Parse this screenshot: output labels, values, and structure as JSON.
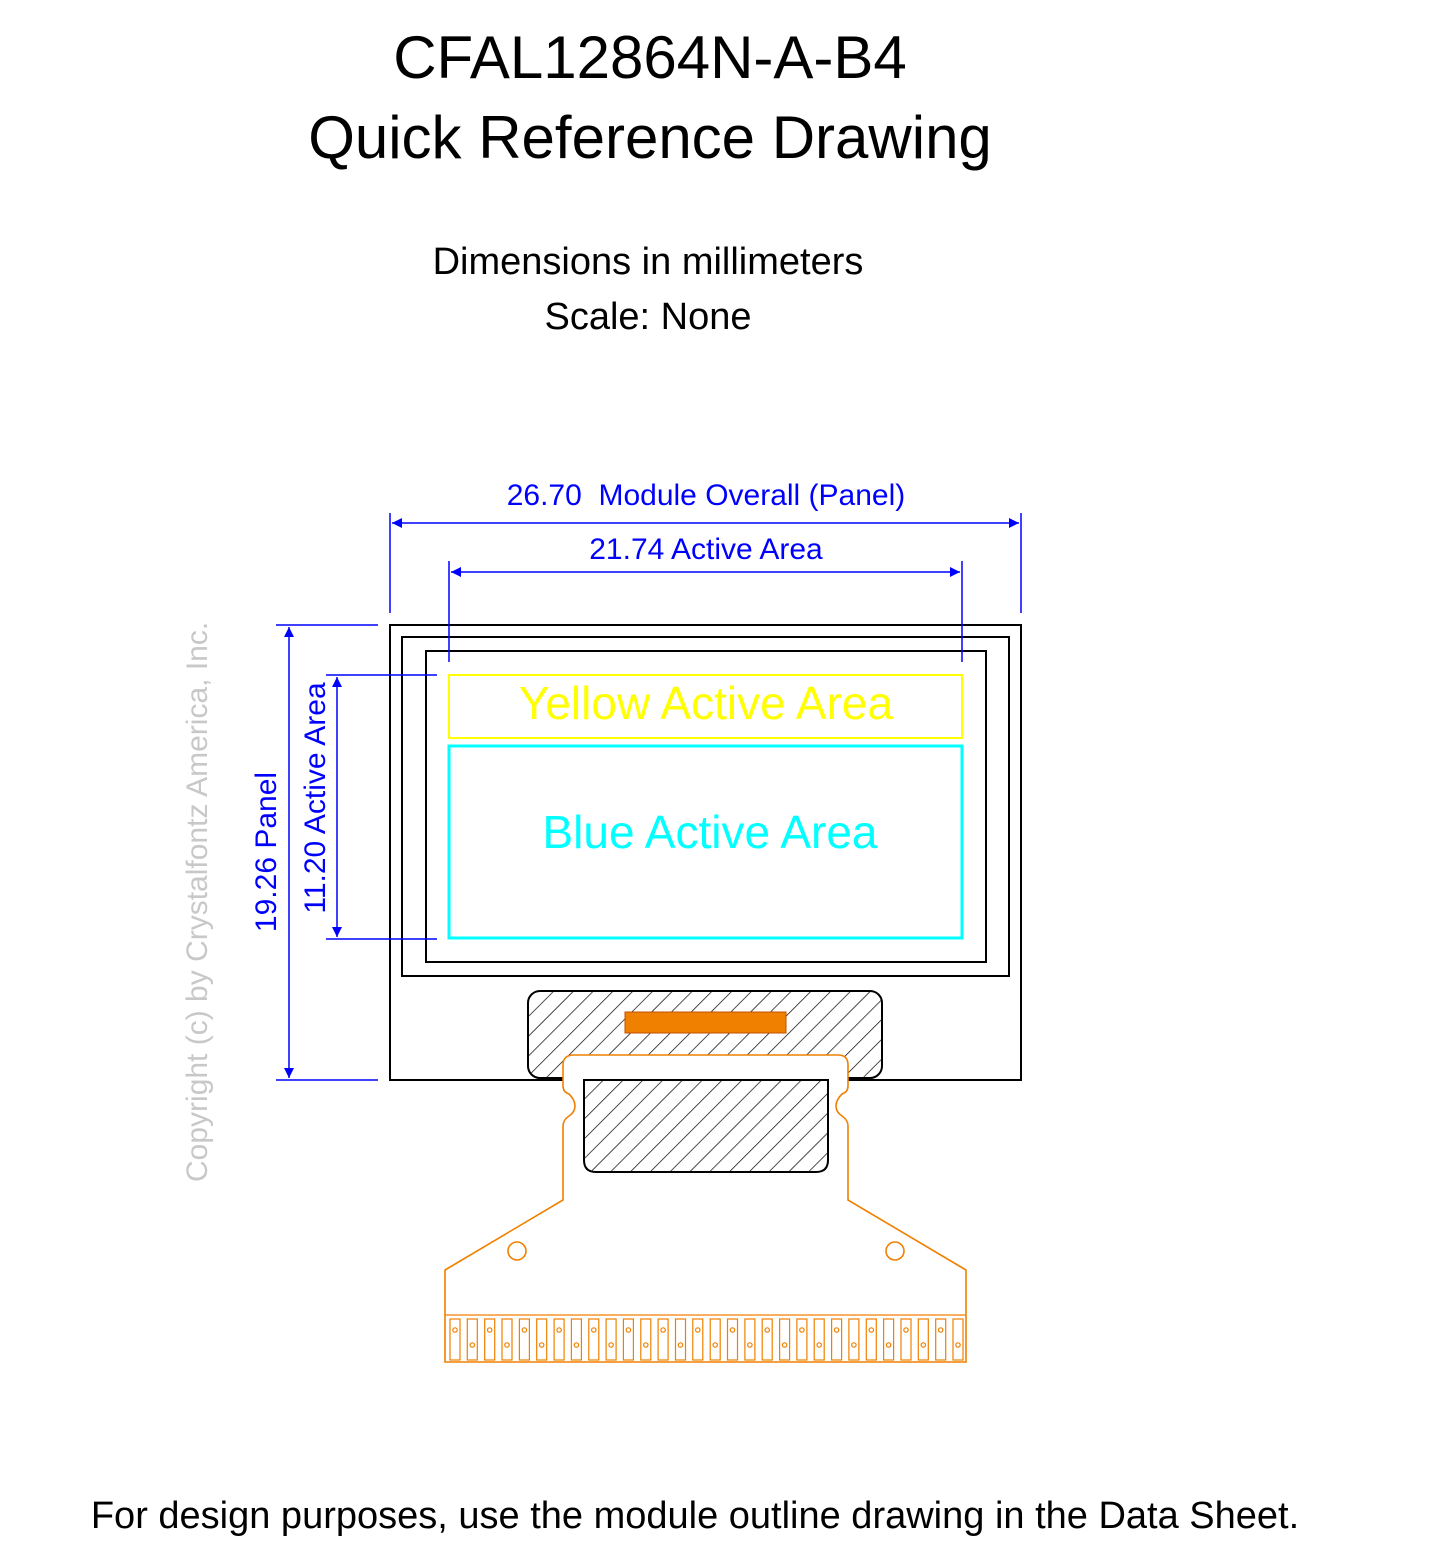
{
  "title": {
    "line1": "CFAL12864N-A-B4",
    "line2": "Quick Reference Drawing"
  },
  "notes": {
    "dimensions": "Dimensions in millimeters",
    "scale": "Scale: None"
  },
  "dimensions": {
    "module_width": "26.70  Module Overall (Panel)",
    "active_width": "21.74 Active Area",
    "panel_height": "19.26 Panel",
    "active_height": "11.20 Active Area"
  },
  "areas": {
    "yellow": "Yellow Active Area",
    "blue": "Blue Active Area"
  },
  "copyright": "Copyright (c) by Crystalfontz America, Inc.",
  "footer": "For design purposes, use the module outline drawing in the Data Sheet.",
  "colors": {
    "dimension": "#0000ff",
    "yellow_area": "#ffff00",
    "blue_area": "#00ffff",
    "flex_cable": "#f08000",
    "copyright": "#c8c8c8"
  }
}
